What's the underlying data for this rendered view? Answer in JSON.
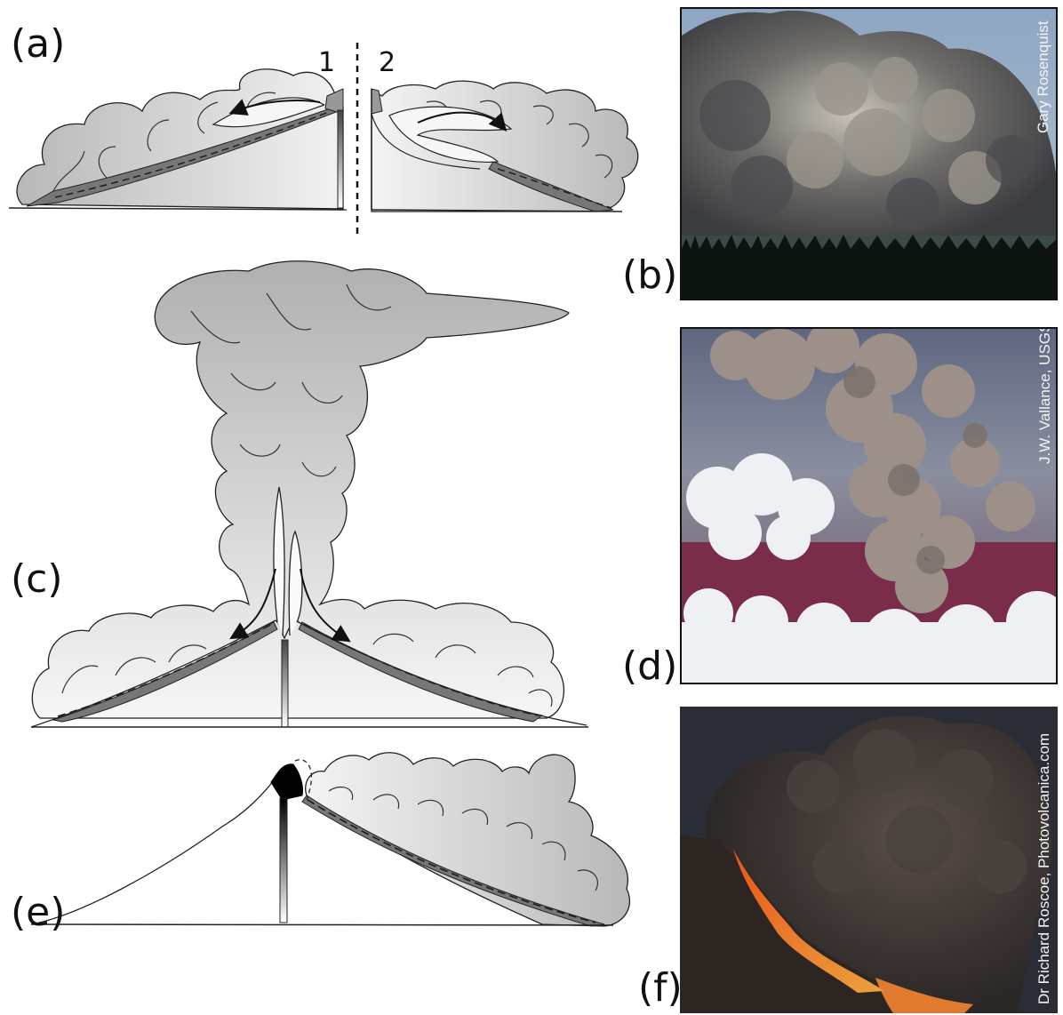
{
  "panels": {
    "a": {
      "label": "(a)",
      "num1": "1",
      "num2": "2"
    },
    "b": {
      "label": "(b)",
      "credit": "Gary Rosenquist"
    },
    "c": {
      "label": "(c)"
    },
    "d": {
      "label": "(d)",
      "credit": "J.W. Vallance, USGS"
    },
    "e": {
      "label": "(e)"
    },
    "f": {
      "label": "(f)",
      "credit": "Dr Richard Roscoe, Photovolcanica.com"
    }
  },
  "colors": {
    "cloud_dark": "#b9b9b9",
    "cloud_light": "#f3f3f3",
    "deposit": "#777777",
    "outline": "#222222"
  }
}
